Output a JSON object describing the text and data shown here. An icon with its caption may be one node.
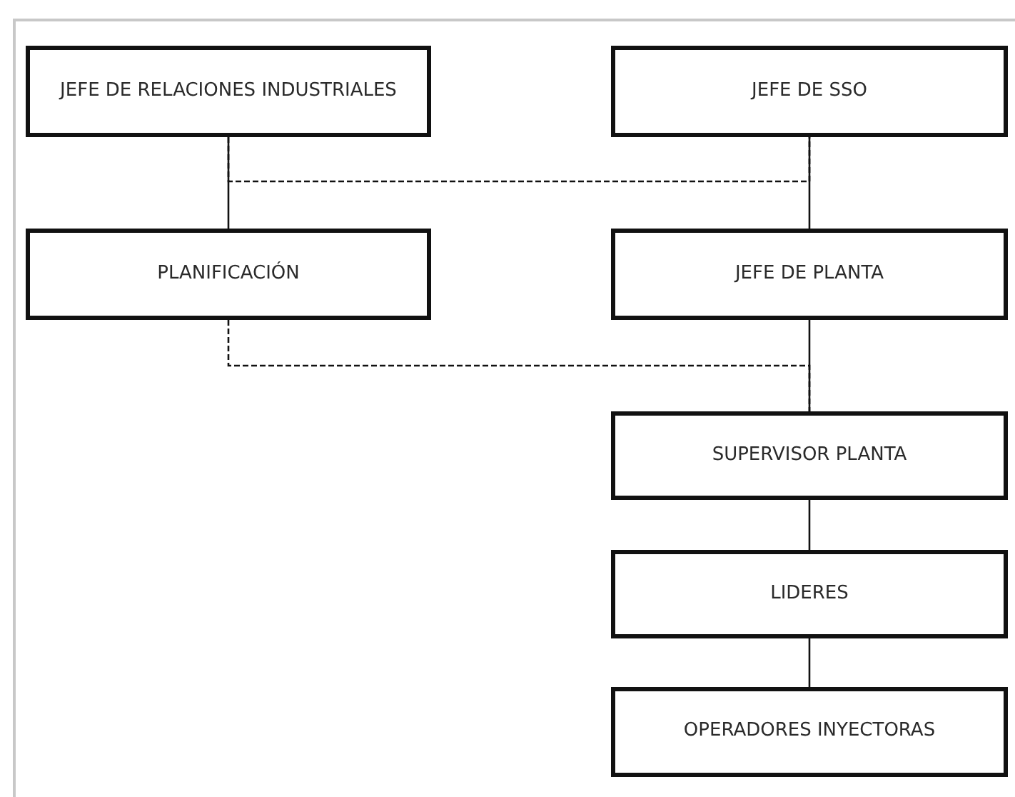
{
  "diagram": {
    "nodes": [
      {
        "text": [
          "JEFE DE RELACIONES INDUSTRIALES"
        ]
      },
      {
        "text": [
          "JEFE DE SSO"
        ]
      },
      {
        "text": [
          "PLANIFICACIÓN"
        ]
      },
      {
        "text": [
          "JEFE DE PLANTA"
        ]
      },
      {
        "text": [
          "SUPERVISOR PLANTA"
        ]
      },
      {
        "text": [
          "LIDERES"
        ]
      },
      {
        "text": [
          "OPERADORES INYECTORAS"
        ]
      }
    ],
    "edges": [
      {
        "from": 0,
        "to": 2,
        "arrow": "none"
      },
      {
        "from": 1,
        "to": 3,
        "arrow": "none"
      },
      {
        "from": 0,
        "to": 1,
        "arrow": "none",
        "style": "dashed"
      },
      {
        "from": 2,
        "to": 4,
        "arrow": "none",
        "style": "dashed"
      },
      {
        "from": 3,
        "to": 4,
        "arrow": "none"
      },
      {
        "from": 4,
        "to": 5,
        "arrow": "none"
      },
      {
        "from": 5,
        "to": 6,
        "arrow": "none"
      }
    ]
  }
}
